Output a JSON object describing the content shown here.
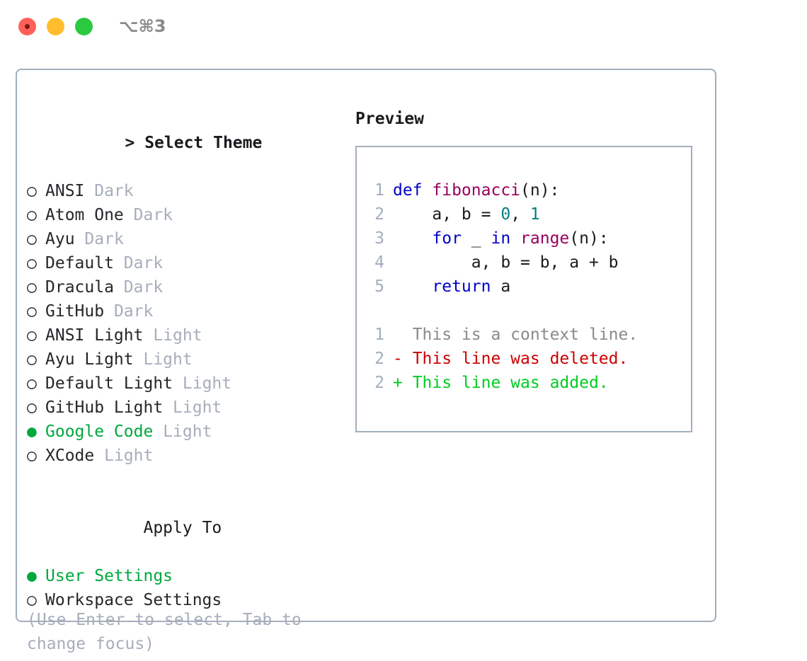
{
  "titlebar": {
    "title": "⌥⌘3",
    "buttons": [
      {
        "name": "close",
        "color": "#ff6058"
      },
      {
        "name": "minimize",
        "color": "#ffbd2e"
      },
      {
        "name": "maximize",
        "color": "#2ac940"
      }
    ]
  },
  "theme_section": {
    "caret": "> ",
    "header": "Select Theme",
    "focused": true,
    "items": [
      {
        "marker": "○",
        "label": "ANSI",
        "tag": "Dark",
        "selected": false
      },
      {
        "marker": "○",
        "label": "Atom One",
        "tag": "Dark",
        "selected": false
      },
      {
        "marker": "○",
        "label": "Ayu",
        "tag": "Dark",
        "selected": false
      },
      {
        "marker": "○",
        "label": "Default",
        "tag": "Dark",
        "selected": false
      },
      {
        "marker": "○",
        "label": "Dracula",
        "tag": "Dark",
        "selected": false
      },
      {
        "marker": "○",
        "label": "GitHub",
        "tag": "Dark",
        "selected": false
      },
      {
        "marker": "○",
        "label": "ANSI Light",
        "tag": "Light",
        "selected": false
      },
      {
        "marker": "○",
        "label": "Ayu Light",
        "tag": "Light",
        "selected": false
      },
      {
        "marker": "○",
        "label": "Default Light",
        "tag": "Light",
        "selected": false
      },
      {
        "marker": "○",
        "label": "GitHub Light",
        "tag": "Light",
        "selected": false
      },
      {
        "marker": "●",
        "label": "Google Code",
        "tag": "Light",
        "selected": true
      },
      {
        "marker": "○",
        "label": "XCode",
        "tag": "Light",
        "selected": false
      }
    ]
  },
  "apply_section": {
    "header": "Apply To",
    "focused": false,
    "items": [
      {
        "marker": "●",
        "label": "User Settings",
        "selected": true
      },
      {
        "marker": "○",
        "label": "Workspace Settings",
        "selected": false
      }
    ]
  },
  "hint": "(Use Enter to select, Tab to change focus)",
  "preview": {
    "title": "Preview",
    "code_lines": [
      {
        "num": "1",
        "tokens": [
          {
            "t": "def ",
            "c": "kw"
          },
          {
            "t": "fibonacci",
            "c": "fn"
          },
          {
            "t": "(n):",
            "c": "pun"
          }
        ]
      },
      {
        "num": "2",
        "tokens": [
          {
            "t": "    a, b = ",
            "c": "txt"
          },
          {
            "t": "0",
            "c": "num"
          },
          {
            "t": ", ",
            "c": "txt"
          },
          {
            "t": "1",
            "c": "num"
          }
        ]
      },
      {
        "num": "3",
        "tokens": [
          {
            "t": "    ",
            "c": "txt"
          },
          {
            "t": "for",
            "c": "kw"
          },
          {
            "t": " _ ",
            "c": "txt"
          },
          {
            "t": "in",
            "c": "kw"
          },
          {
            "t": " ",
            "c": "txt"
          },
          {
            "t": "range",
            "c": "fn"
          },
          {
            "t": "(n):",
            "c": "pun"
          }
        ]
      },
      {
        "num": "4",
        "tokens": [
          {
            "t": "        a, b = b, a + b",
            "c": "txt"
          }
        ]
      },
      {
        "num": "5",
        "tokens": [
          {
            "t": "    ",
            "c": "txt"
          },
          {
            "t": "return",
            "c": "kw"
          },
          {
            "t": " a",
            "c": "txt"
          }
        ]
      }
    ],
    "diff_lines": [
      {
        "num": "1",
        "sign": "  ",
        "text": "This is a context line.",
        "kind": "ctx"
      },
      {
        "num": "2",
        "sign": "- ",
        "text": "This line was deleted.",
        "kind": "del"
      },
      {
        "num": "2",
        "sign": "+ ",
        "text": "This line was added.",
        "kind": "add"
      }
    ]
  },
  "colors": {
    "accent_green": "#00a83c",
    "muted": "#a6aebb",
    "border": "#a3aebd",
    "keyword": "#0000cc",
    "function": "#99005e",
    "number": "#008080",
    "diff_delete": "#cc0000",
    "diff_add": "#00cc22"
  }
}
